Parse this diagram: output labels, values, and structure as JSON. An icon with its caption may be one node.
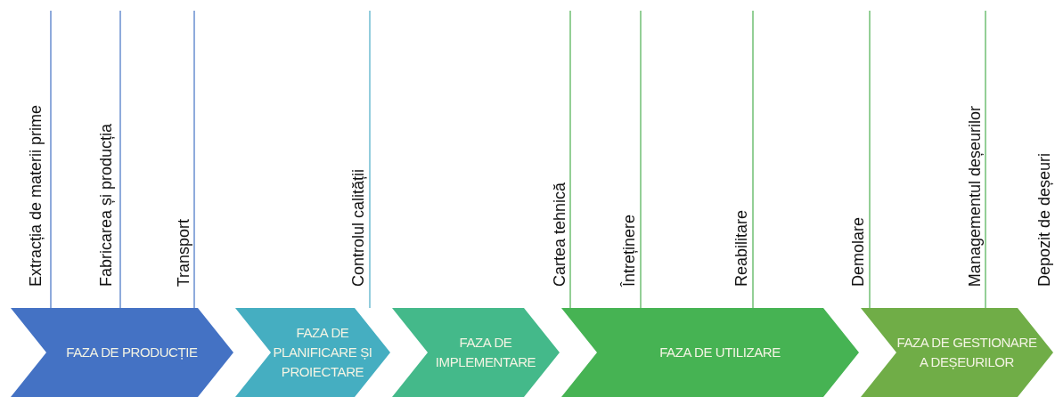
{
  "diagram": {
    "nodes": [
      {
        "text": [
          "FAZA DE PRODUCȚIE"
        ]
      },
      {
        "text": [
          "FAZA DE PLANIFICARE ȘI PROIECTARE"
        ]
      },
      {
        "text": [
          "FAZA DE IMPLEMENTARE"
        ]
      },
      {
        "text": [
          "FAZA DE UTILIZARE"
        ]
      },
      {
        "text": [
          "FAZA DE GESTIONARE A DEȘEURILOR"
        ]
      }
    ],
    "labels": [
      "Extracția de materii prime",
      "Fabricarea și producția",
      "Transport",
      "Controlul calității",
      "Cartea tehnică",
      "Întreținere",
      "Reabilitare",
      "Demolare",
      "Managementul deșeurilor",
      "Depozit de deșeuri"
    ]
  }
}
